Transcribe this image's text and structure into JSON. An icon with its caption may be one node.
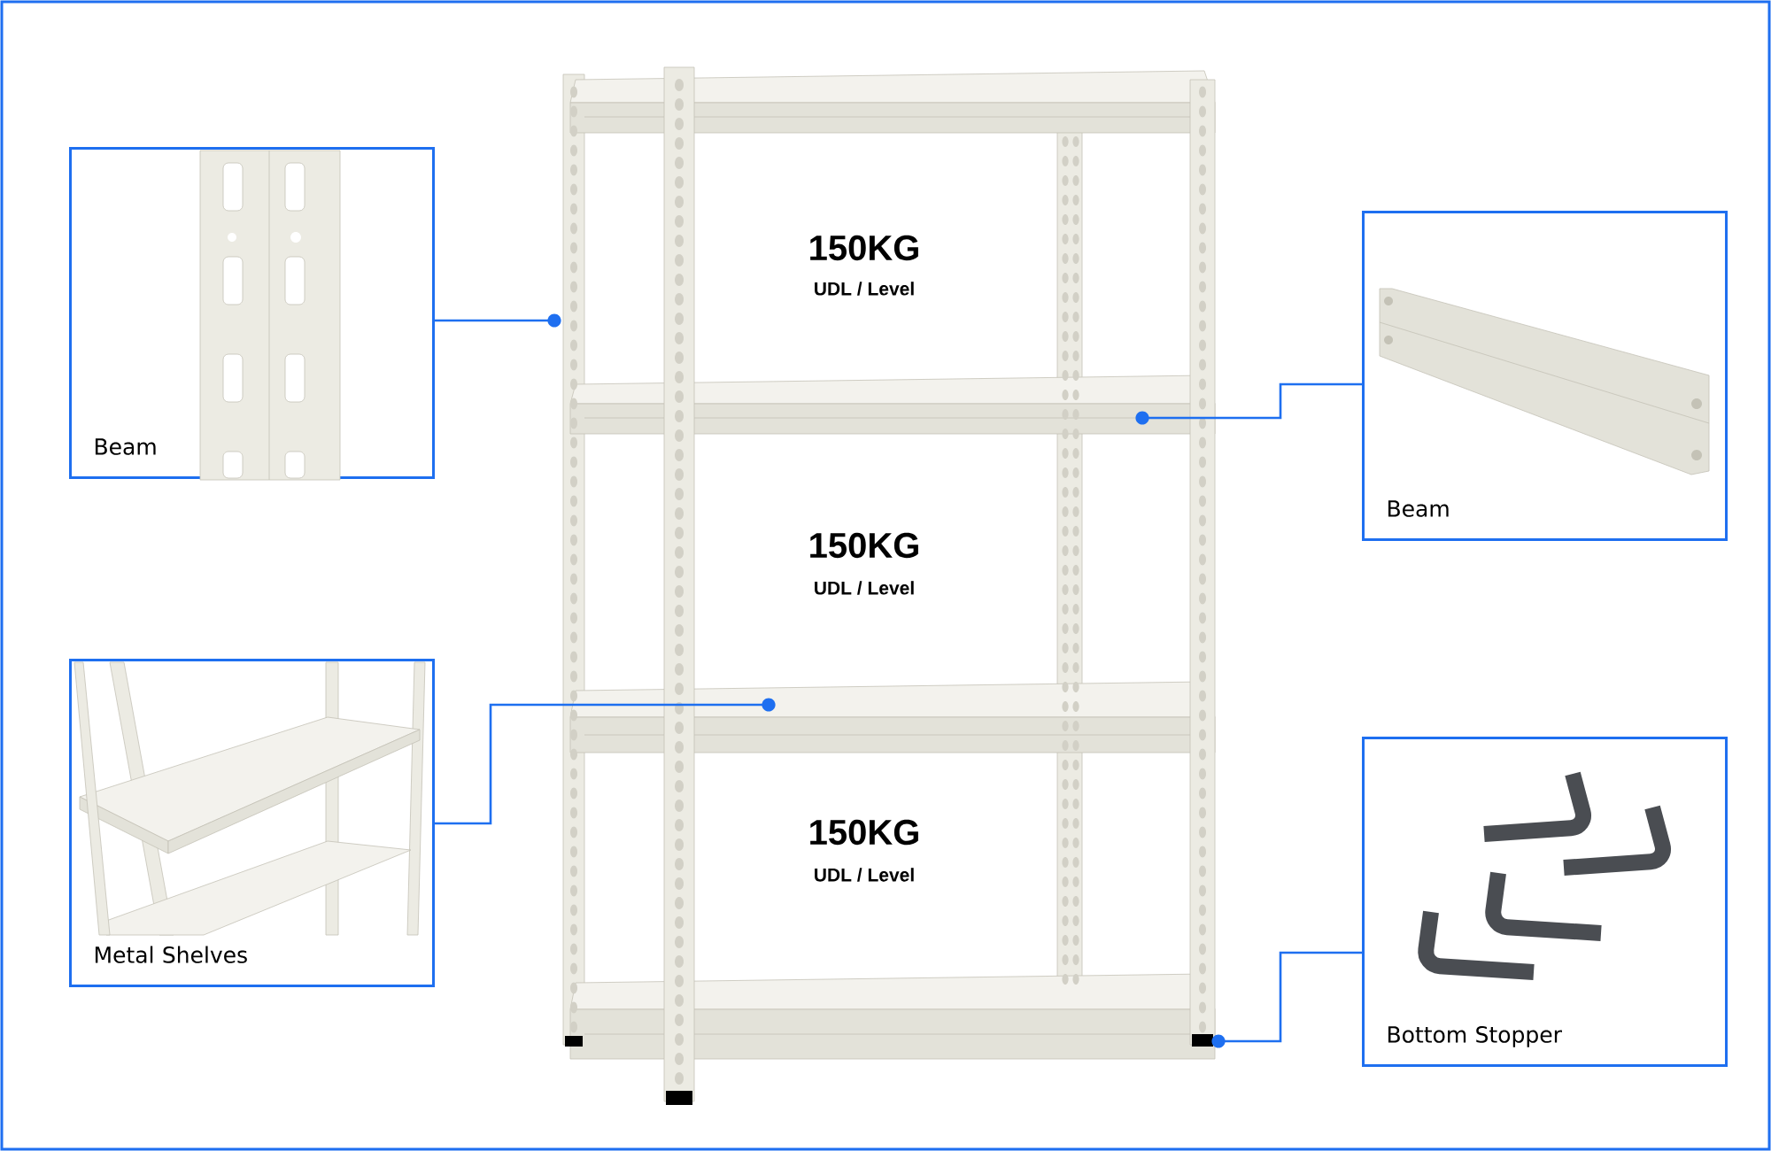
{
  "diagram": {
    "nodes": [
      {
        "text": [
          "Beam"
        ]
      },
      {
        "text": [
          "Metal Shelves"
        ]
      },
      {
        "text": [
          "Beam"
        ]
      },
      {
        "text": [
          "Bottom Stopper"
        ]
      }
    ],
    "edges": [
      {
        "from": 0,
        "to": null,
        "arrow": "other"
      },
      {
        "from": 1,
        "to": null,
        "arrow": "other"
      },
      {
        "from": 2,
        "to": null,
        "arrow": "other"
      },
      {
        "from": 3,
        "to": null,
        "arrow": "other"
      }
    ],
    "labels": [
      "150KG",
      "UDL / Level",
      "150KG",
      "UDL / Level",
      "150KG",
      "UDL / Level"
    ]
  }
}
